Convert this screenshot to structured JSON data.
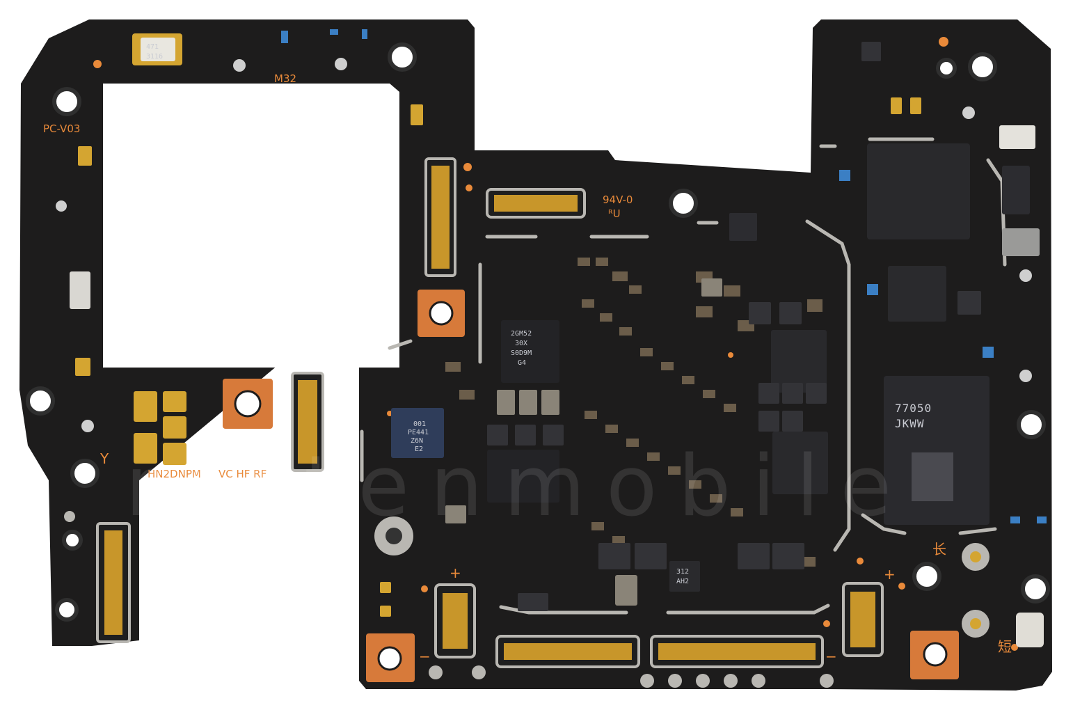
{
  "board": {
    "colors": {
      "pcb": "#1d1c1c",
      "silkscreen": "#e98a3a",
      "copper": "#d77a3a",
      "gold": "#d4a531",
      "shield": "#b9b7b2",
      "chip": "#262629",
      "background": "#ffffff"
    },
    "silkscreen": {
      "model_m32": "M32",
      "pc_version": "PC-V03",
      "rating": "94V-0",
      "ul_mark": "ᴿU",
      "y_mark": "Y",
      "codes": "HN2DNPM",
      "test_points": "VC HF RF",
      "plus_left": "+",
      "plus_right": "+",
      "minus_left": "−",
      "minus_right": "−",
      "long_mark": "长",
      "short_mark": "短"
    },
    "chips": {
      "pmic_line1": "2GM52",
      "pmic_line2": "30X",
      "pmic_line3": "S0D9M",
      "pmic_line4": "G4",
      "rf_line1": "001",
      "rf_line2": "PE441",
      "rf_line3": "Z6N",
      "rf_line4": "E2",
      "bottom_line1": "312",
      "bottom_line2": "AH2",
      "modem_line1": "77050",
      "modem_line2": "JKWW",
      "mic_line1": "471",
      "mic_line2": "3116"
    },
    "watermark": "rottenmobile"
  }
}
